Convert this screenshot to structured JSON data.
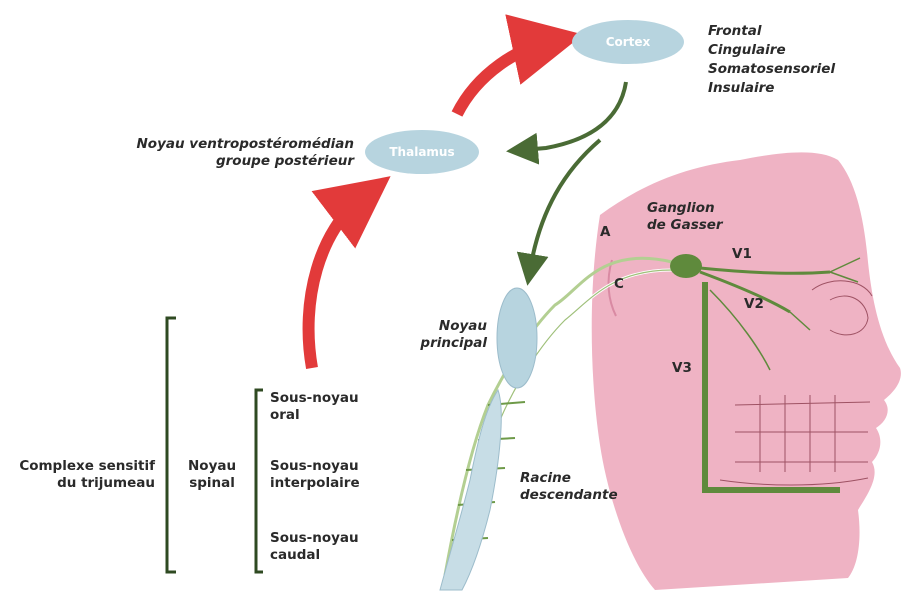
{
  "nodes": {
    "cortex": "Cortex",
    "thalamus": "Thalamus"
  },
  "cortex_areas": [
    "Frontal",
    "Cingulaire",
    "Somatosensoriel",
    "Insulaire"
  ],
  "labels": {
    "noyau_vpm_line1": "Noyau ventropostéromédian",
    "noyau_vpm_line2": "groupe postérieur",
    "ganglion_line1": "Ganglion",
    "ganglion_line2": "de Gasser",
    "fiber_a": "A",
    "fiber_c": "C",
    "v1": "V1",
    "v2": "V2",
    "v3": "V3",
    "noyau_principal_line1": "Noyau",
    "noyau_principal_line2": "principal",
    "racine_line1": "Racine",
    "racine_line2": "descendante",
    "complexe_line1": "Complexe sensitif",
    "complexe_line2": "du trijumeau",
    "noyau_spinal_line1": "Noyau",
    "noyau_spinal_line2": "spinal",
    "oral_line1": "Sous-noyau",
    "oral_line2": "oral",
    "interpolaire_line1": "Sous-noyau",
    "interpolaire_line2": "interpolaire",
    "caudal_line1": "Sous-noyau",
    "caudal_line2": "caudal"
  },
  "colors": {
    "face": "#efb3c4",
    "node": "#b7d4df",
    "arrow_red": "#e23a3a",
    "arrow_green": "#4a6b35",
    "nerve": "#5f8a3c",
    "bracket": "#2f4a22"
  }
}
